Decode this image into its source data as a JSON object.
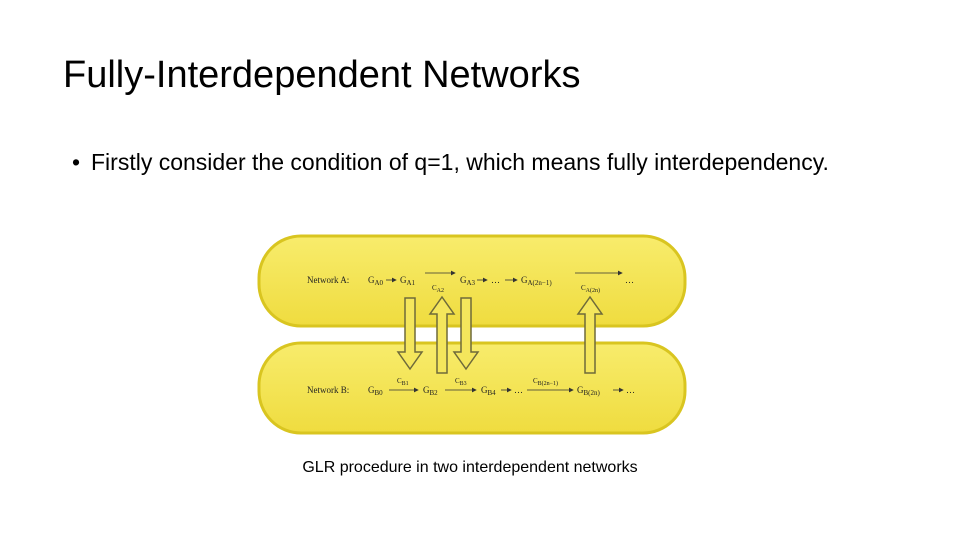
{
  "slide": {
    "title": "Fully-Interdependent Networks",
    "bullet": "Firstly consider the condition of q=1, which means fully interdependency.",
    "bullet_symbol": "•"
  },
  "figure": {
    "caption": "GLR procedure in two interdependent networks",
    "network_a": {
      "label": "Network A:",
      "nodes": [
        "G_A0",
        "G_A1",
        "G_A3",
        "G_A(2n-1)"
      ],
      "edge_labels": [
        "C_A2",
        "C_A(2n)"
      ],
      "ellipsis": "…"
    },
    "network_b": {
      "label": "Network B:",
      "nodes": [
        "G_B0",
        "G_B2",
        "G_B4",
        "G_B(2n)"
      ],
      "edge_labels": [
        "C_B1",
        "C_B3",
        "C_B(2n-1)"
      ],
      "ellipsis": "…"
    },
    "colors": {
      "fill": "#f5e65a",
      "stroke": "#c9b80f",
      "arrow_fill": "#f4e65c",
      "arrow_stroke": "#6e6a3a"
    }
  }
}
